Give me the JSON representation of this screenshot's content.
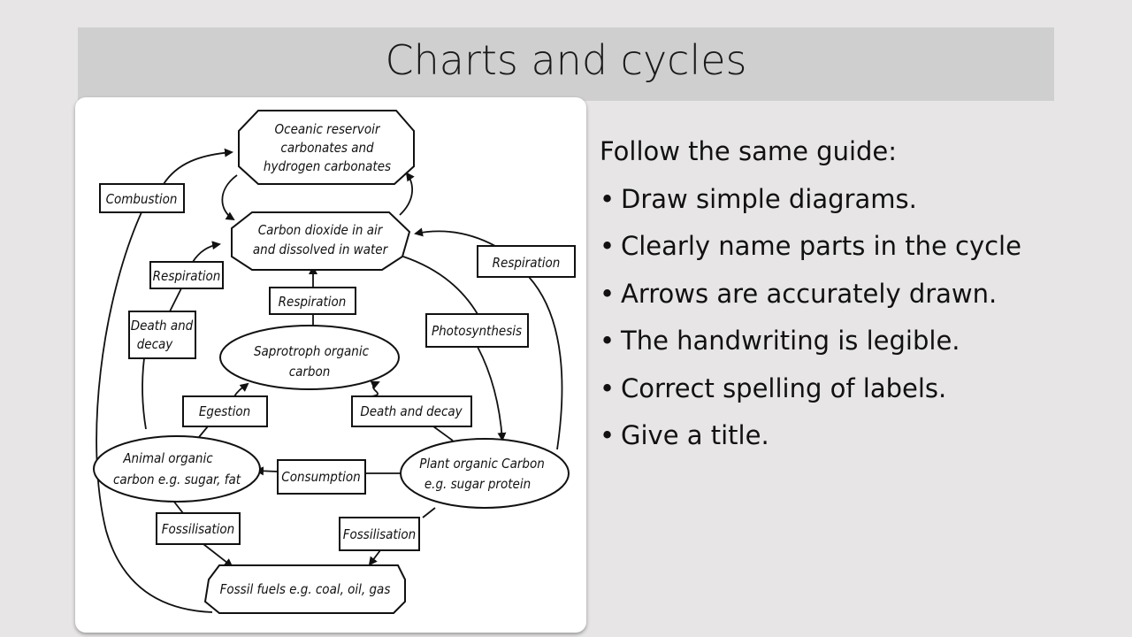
{
  "title": "Charts and cycles",
  "diagram": {
    "nodes": {
      "ocean": [
        "Oceanic reservoir",
        "carbonates and",
        "hydrogen carbonates"
      ],
      "co2": [
        "Carbon dioxide in air",
        "and dissolved in water"
      ],
      "saprotroph": [
        "Saprotroph organic",
        "carbon"
      ],
      "animal": [
        "Animal organic",
        "carbon e.g. sugar, fat"
      ],
      "plant": [
        "Plant organic Carbon",
        "e.g. sugar protein"
      ],
      "fossil": "Fossil fuels e.g. coal, oil, gas"
    },
    "processes": {
      "combustion": "Combustion",
      "respiration_left": "Respiration",
      "death_decay_left": [
        "Death and",
        "decay"
      ],
      "respiration_mid": "Respiration",
      "respiration_right": "Respiration",
      "photosynthesis": "Photosynthesis",
      "egestion": "Egestion",
      "death_decay_mid": "Death and decay",
      "consumption": "Consumption",
      "fossilisation_left": "Fossilisation",
      "fossilisation_right": "Fossilisation"
    }
  },
  "guide": {
    "intro": "Follow the same guide:",
    "bullet_symbol": "•",
    "items": [
      "Draw simple diagrams.",
      "Clearly name parts in the cycle",
      "Arrows are accurately drawn.",
      "The handwriting is legible.",
      "Correct spelling of labels.",
      "Give a title."
    ]
  }
}
